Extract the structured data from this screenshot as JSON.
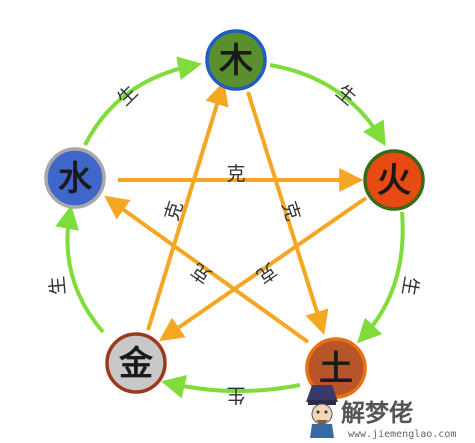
{
  "nodes": [
    {
      "key": "wood",
      "glyph": "木",
      "fill": "#5a8f2e",
      "ring": "#1f5cc4"
    },
    {
      "key": "fire",
      "glyph": "火",
      "fill": "#e84a14",
      "ring": "#3a6a14"
    },
    {
      "key": "earth",
      "glyph": "土",
      "fill": "#b8542a",
      "ring": "#e8700f"
    },
    {
      "key": "metal",
      "glyph": "金",
      "fill": "#c8c8c8",
      "ring": "#9a3a1a"
    },
    {
      "key": "water",
      "glyph": "水",
      "fill": "#3f66c9",
      "ring": "#a8a8a8"
    }
  ],
  "generate_label": "生",
  "overcome_label": "克",
  "colors": {
    "generate": "#7fdc3a",
    "overcome": "#f5a623"
  },
  "watermark": {
    "title": "解梦佬",
    "url": "www.jiemenglao.com"
  }
}
